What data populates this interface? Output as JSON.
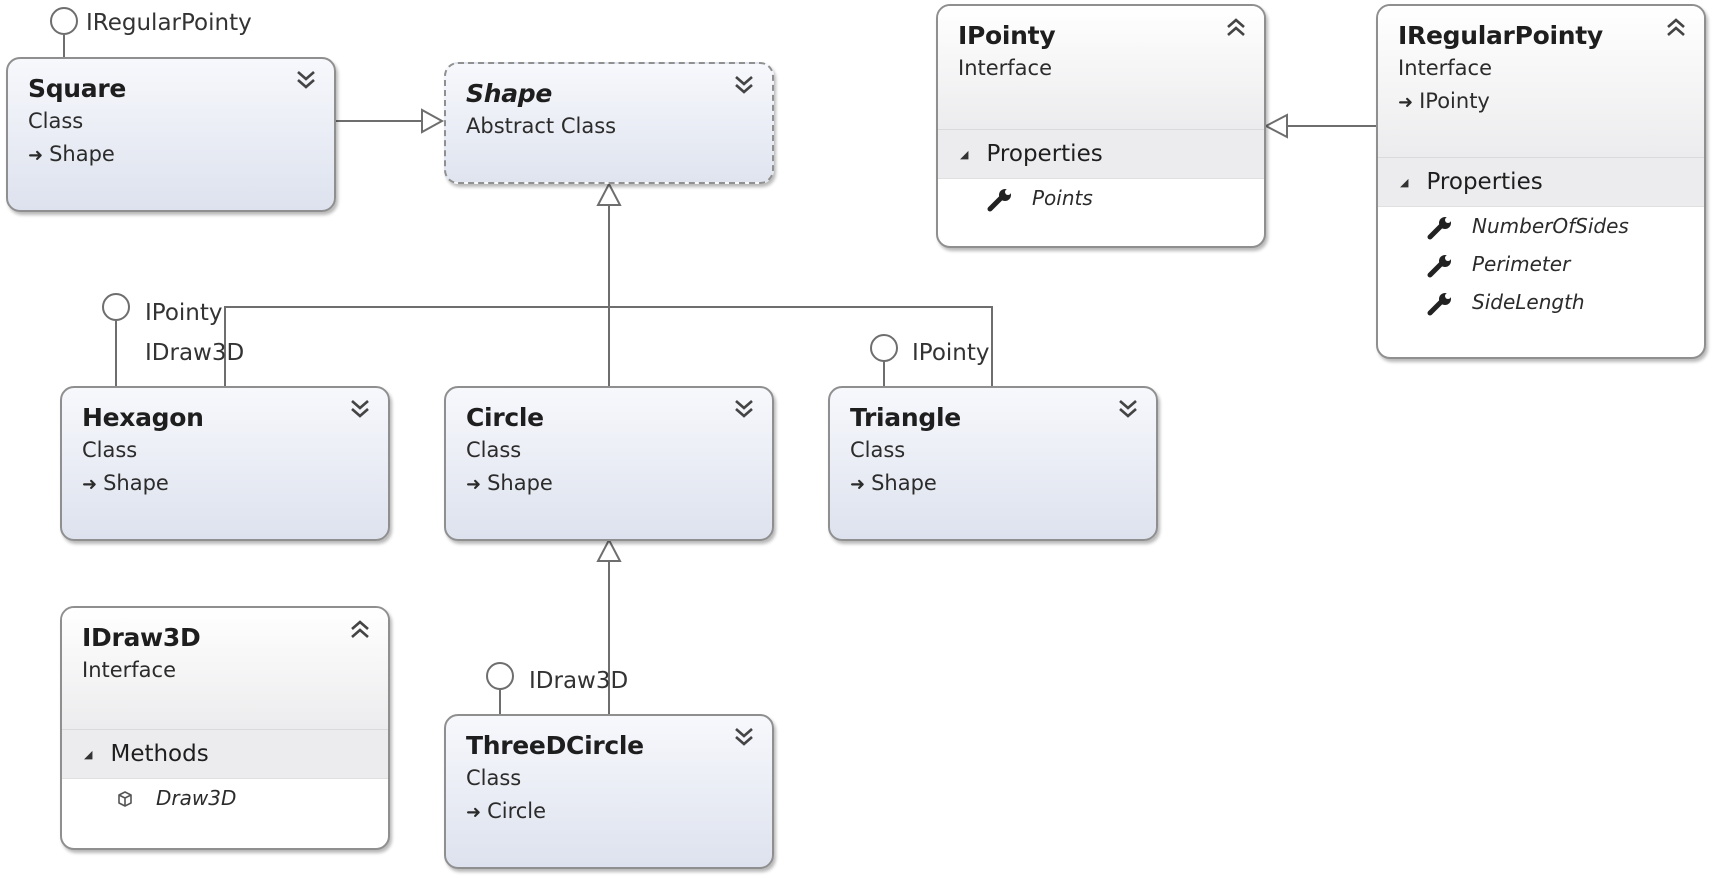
{
  "diagram": {
    "boxes": {
      "square": {
        "name": "Square",
        "kind": "Class",
        "base": "Shape"
      },
      "shape": {
        "name": "Shape",
        "kind": "Abstract Class"
      },
      "ipointy": {
        "name": "IPointy",
        "kind": "Interface",
        "section": "Properties",
        "members": [
          "Points"
        ]
      },
      "iregularpointy": {
        "name": "IRegularPointy",
        "kind": "Interface",
        "base": "IPointy",
        "section": "Properties",
        "members": [
          "NumberOfSides",
          "Perimeter",
          "SideLength"
        ]
      },
      "hexagon": {
        "name": "Hexagon",
        "kind": "Class",
        "base": "Shape"
      },
      "circle": {
        "name": "Circle",
        "kind": "Class",
        "base": "Shape"
      },
      "triangle": {
        "name": "Triangle",
        "kind": "Class",
        "base": "Shape"
      },
      "idraw3d": {
        "name": "IDraw3D",
        "kind": "Interface",
        "section": "Methods",
        "members": [
          "Draw3D"
        ]
      },
      "threedcircle": {
        "name": "ThreeDCircle",
        "kind": "Class",
        "base": "Circle"
      }
    },
    "lollipops": {
      "square_iregularpointy": "IRegularPointy",
      "hexagon_ipointy": "IPointy",
      "hexagon_idraw3d": "IDraw3D",
      "triangle_ipointy": "IPointy",
      "threedcircle_idraw3d": "IDraw3D"
    }
  }
}
